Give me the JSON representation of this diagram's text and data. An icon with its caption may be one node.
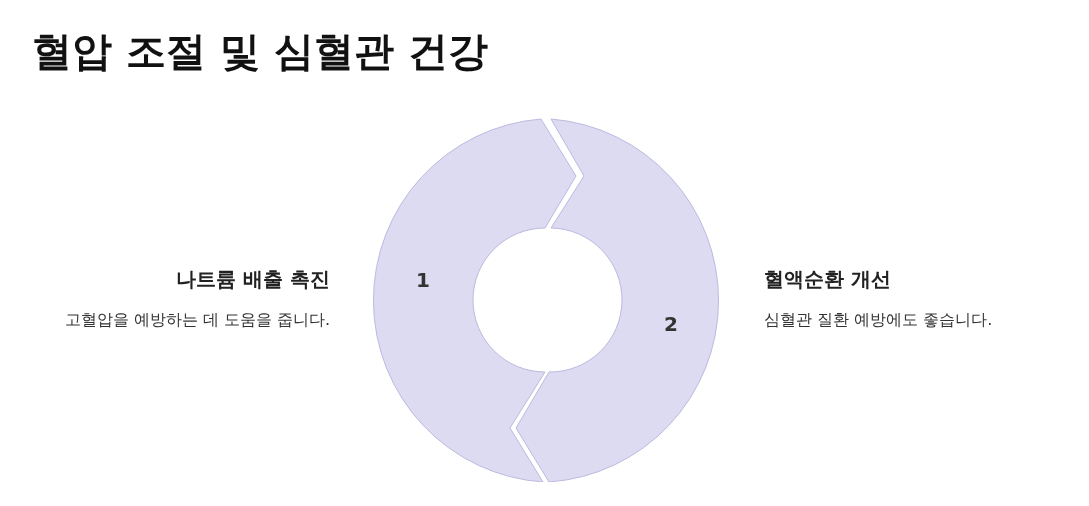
{
  "diagram": {
    "title": "혈압 조절 및 심혈관 건강",
    "nodes": [
      {
        "text": [
          "1"
        ],
        "beside": [
          "나트륨 배출 촉진",
          "고혈압을 예방하는 데 도움을 줍니다."
        ]
      },
      {
        "text": [
          "2"
        ],
        "beside": [
          "혈액순환 개선",
          "심혈관 질환 예방에도 좋습니다."
        ]
      }
    ]
  }
}
